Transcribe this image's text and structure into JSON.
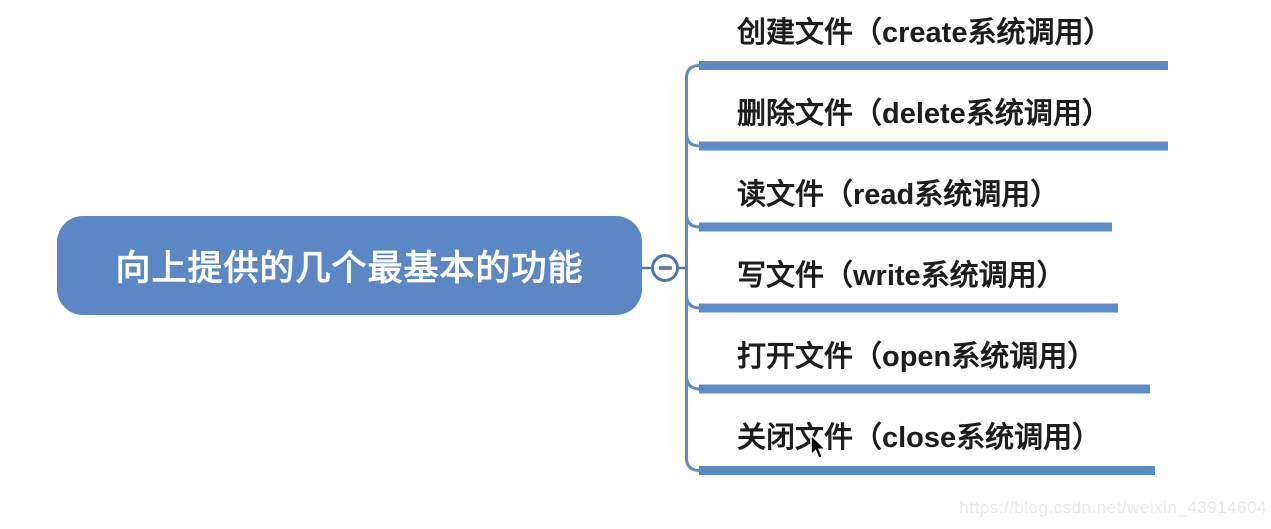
{
  "root_node": {
    "label": "向上提供的几个最基本的功能"
  },
  "collapse_button": {
    "state": "expanded",
    "symbol": "minus"
  },
  "branches": [
    {
      "label": "创建文件（create系统调用）"
    },
    {
      "label": "删除文件（delete系统调用）"
    },
    {
      "label": "读文件（read系统调用）"
    },
    {
      "label": "写文件（write系统调用）"
    },
    {
      "label": "打开文件（open系统调用）"
    },
    {
      "label": "关闭文件（close系统调用）"
    }
  ],
  "watermark": {
    "text": "https://blog.csdn.net/weixin_43914604"
  },
  "colors": {
    "node_fill": "#5b87c5",
    "node_text": "#ffffff",
    "branch_line": "#5d8bc7",
    "branch_text": "#1d1d1f",
    "collapse_ring": "#4878b2",
    "collapse_minus": "#75808f",
    "watermark_text": "#e9e9e9",
    "background": "#ffffff"
  }
}
